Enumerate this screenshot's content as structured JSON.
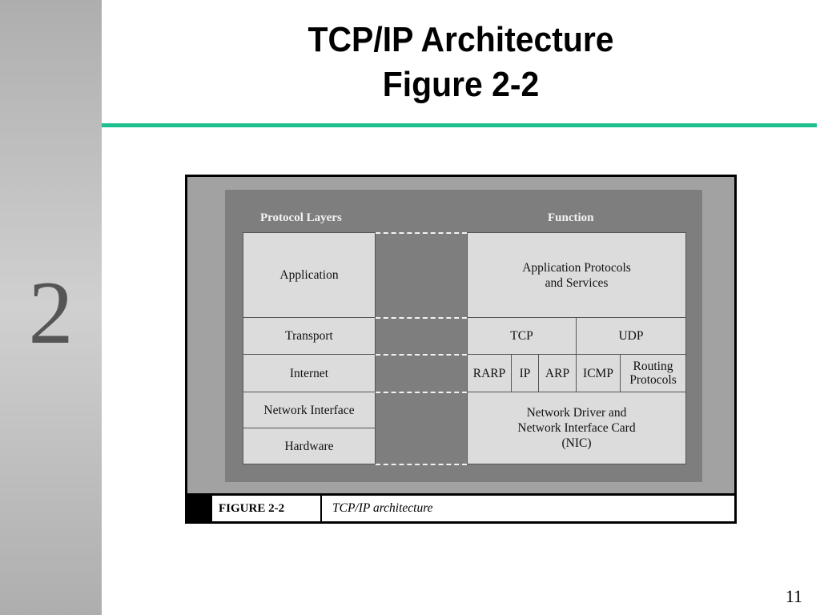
{
  "slide": {
    "title_line1": "TCP/IP Architecture",
    "title_line2": "Figure 2-2",
    "chapter_number": "2",
    "page_number": "11",
    "accent_color": "#1ec08f"
  },
  "figure": {
    "header_left": "Protocol Layers",
    "header_right": "Function",
    "layers": [
      "Application",
      "Transport",
      "Internet",
      "Network Interface",
      "Hardware"
    ],
    "functions": {
      "application": "Application Protocols\nand Services",
      "tcp": "TCP",
      "udp": "UDP",
      "rarp": "RARP",
      "ip": "IP",
      "arp": "ARP",
      "icmp": "ICMP",
      "routing": "Routing\nProtocols",
      "network": "Network Driver and\nNetwork Interface Card\n(NIC)"
    },
    "caption_label": "FIGURE 2-2",
    "caption_text": "TCP/IP architecture"
  }
}
